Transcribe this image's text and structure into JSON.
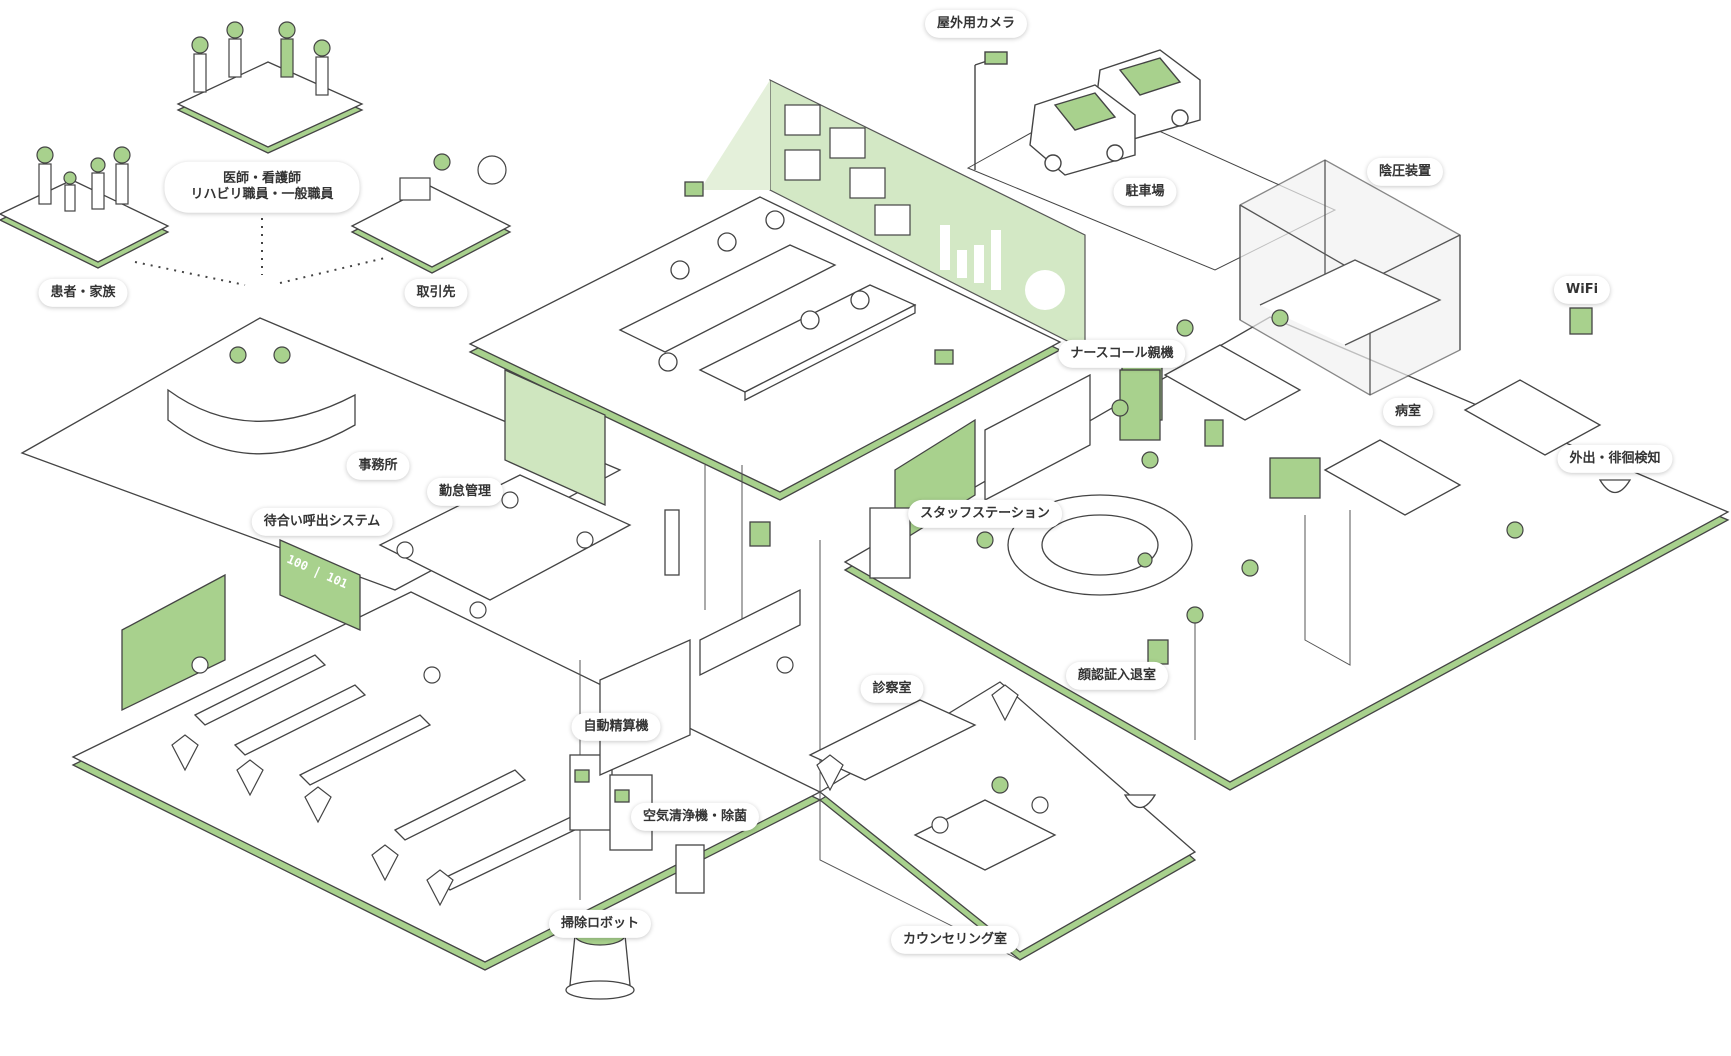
{
  "colors": {
    "accent": "#a8d18d",
    "accent_dark": "#7fb55e",
    "line": "#444444",
    "floor": "#ffffff"
  },
  "labels": {
    "outdoor_camera": "屋外用カメラ",
    "parking": "駐車場",
    "negative_pressure": "陰圧装置",
    "staff_line1": "医師・看護師",
    "staff_line2": "リハビリ職員・一般職員",
    "patients": "患者・家族",
    "suppliers": "取引先",
    "wifi": "WiFi",
    "nurse_call": "ナースコール親機",
    "ward": "病室",
    "wander_detect": "外出・徘徊検知",
    "office": "事務所",
    "attendance": "勤怠管理",
    "waiting_call": "待合い呼出システム",
    "staff_station": "スタッフステーション",
    "face_auth": "顔認証入退室",
    "exam_room": "診察室",
    "auto_pay": "自動精算機",
    "air_purifier": "空気清浄機・除菌",
    "cleaning_robot": "掃除ロボット",
    "counseling": "カウンセリング室"
  },
  "screens": {
    "waiting_display": "100 | 101"
  }
}
